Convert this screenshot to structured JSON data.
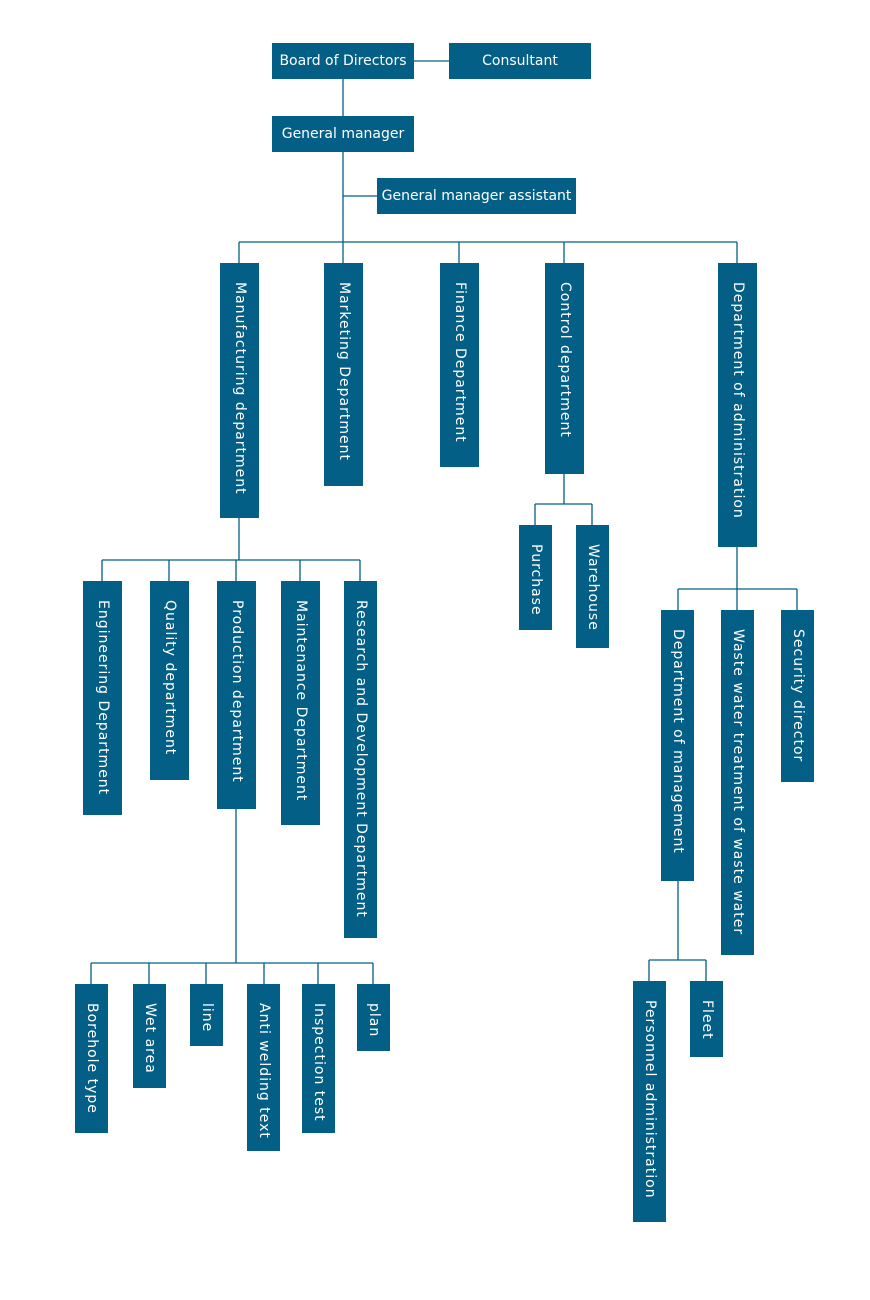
{
  "colors": {
    "node": "#045f86",
    "line": "#045f86"
  },
  "board": "Board of Directors",
  "consultant": "Consultant",
  "general_manager": "General manager",
  "gm_assistant": "General manager assistant",
  "departments": {
    "manufacturing": "Manufacturing department",
    "marketing": "Marketing Department",
    "finance": "Finance Department",
    "control": "Control department",
    "administration": "Department of administration"
  },
  "manufacturing_units": [
    "Engineering Department",
    "Quality department",
    "Production department",
    "Maintenance Department",
    "Research and Development Department"
  ],
  "control_units": [
    "Purchase",
    "Warehouse"
  ],
  "admin_units": [
    "Department of management",
    "Waste water treatment of waste water",
    "Security director"
  ],
  "production_units": [
    "Borehole type",
    "Wet area",
    "line",
    "Anti welding text",
    "Inspection test",
    "plan"
  ],
  "management_units": [
    "Personnel administration",
    "Fleet"
  ]
}
